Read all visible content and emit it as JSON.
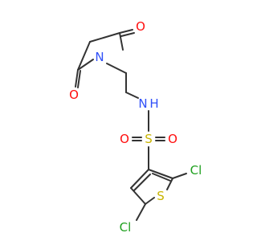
{
  "colors": {
    "bond": "#333333",
    "O": "#ff0d0d",
    "N": "#3050f8",
    "S": "#c8b400",
    "Cl": "#1fa01f",
    "H": "#3050f8"
  },
  "atoms": {
    "o_top": "O",
    "o_left": "O",
    "n_ring": "N",
    "n_amide": "N",
    "h_amide": "H",
    "s_sulfonyl": "S",
    "o_sulfonyl_left": "O",
    "o_sulfonyl_right": "O",
    "s_thiophene": "S",
    "cl_right": "Cl",
    "cl_left": "Cl"
  }
}
